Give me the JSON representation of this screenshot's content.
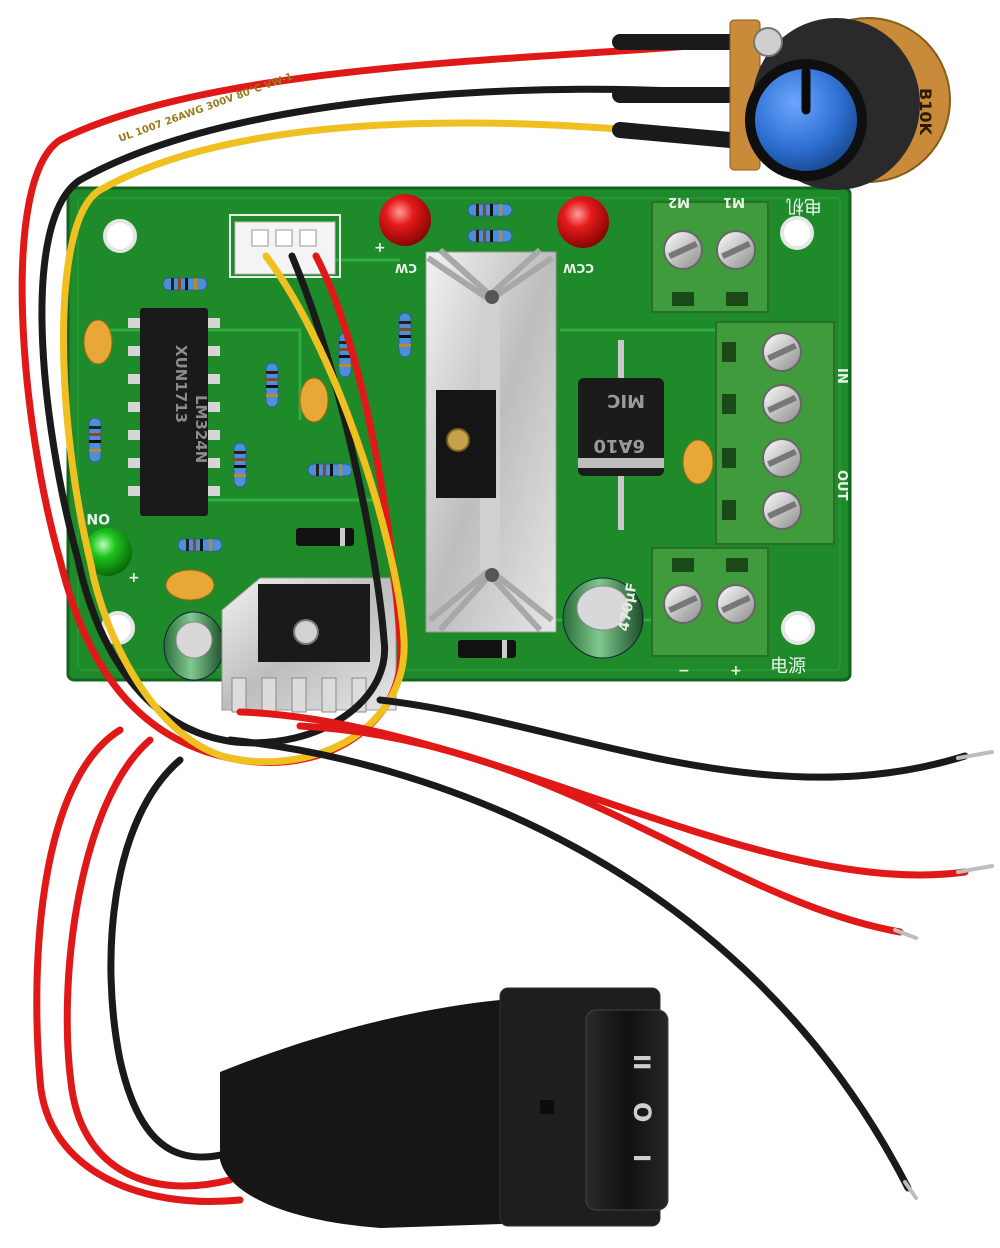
{
  "pcb": {
    "led_cw": "CW",
    "led_ccw": "CCW",
    "led_on": "ON",
    "motor": "M2",
    "motor_m1": "M1",
    "motor_cn": "电机",
    "power_in": "IN",
    "power_out": "OUT",
    "power_cn": "电源",
    "plus": "+",
    "minus": "−",
    "chip_name": "LM324N",
    "chip_sub": "XUN1713",
    "diode_mark": "MIC",
    "diode_part": "6A10",
    "cap_mark": "470µF",
    "wire_print": "UL 1007 26AWG 300V 80°C VW-1"
  },
  "potentiometer": {
    "label": "B10K"
  },
  "switch": {
    "mark_on": "I",
    "mark_off": "O",
    "mark_on2": "II"
  },
  "colors": {
    "pcb": "#1e8a2a",
    "terminal": "#3f9b3c",
    "wire_red": "#e01818",
    "wire_black": "#1a1a1a",
    "wire_yellow": "#f0c020",
    "knob": "#2c6ed0",
    "led_red": "#e41a1a",
    "led_green": "#1cc21c"
  }
}
